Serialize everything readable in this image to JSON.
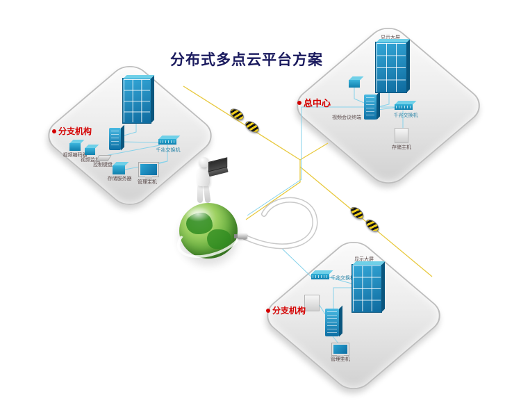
{
  "title": "分布式多点云平台方案",
  "panels": {
    "tl": {
      "label": "分支机构"
    },
    "tr": {
      "label": "总中心"
    },
    "br": {
      "label": "分支机构"
    }
  },
  "devices": {
    "tl_switch": "千兆交换机",
    "tl_encoder": "视频编码器",
    "tl_camera": "视频监控",
    "tl_keyboard": "控制键盘",
    "tl_storage": "存储服务器",
    "tl_host": "管理主机",
    "tr_wall": "显示大屏",
    "tr_meeting": "视频会议终端",
    "tr_switch": "千兆交换机",
    "tr_storage": "存储主机",
    "br_wall": "显示大屏",
    "br_switch": "千兆交换机",
    "br_host": "管理主机"
  },
  "icons": {
    "fiber_link": "yellow-striped-fiber-link",
    "globe": "green-earth-globe",
    "person": "white-3d-figure-with-laptop"
  },
  "colors": {
    "title": "#1a1a5e",
    "section_label": "#d40000",
    "device_teal": "#1787c0",
    "line_yellow": "#e8c93f",
    "line_blue": "#86d2ea",
    "panel_fill": "#e6e6e6"
  }
}
